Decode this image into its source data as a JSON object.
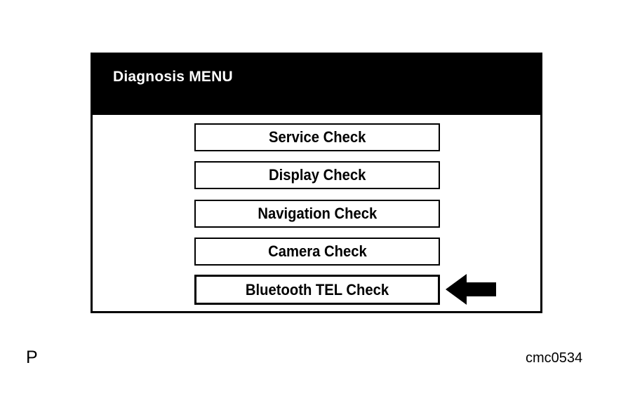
{
  "screen": {
    "title": "Diagnosis MENU",
    "menu_items": [
      {
        "label": "Service Check"
      },
      {
        "label": "Display Check"
      },
      {
        "label": "Navigation Check"
      },
      {
        "label": "Camera Check"
      },
      {
        "label": "Bluetooth TEL Check"
      }
    ],
    "selected_index": 4
  },
  "annotations": {
    "indicator": "arrow-left-icon",
    "corner_label": "P",
    "figure_code": "cmc0534"
  },
  "colors": {
    "header_bg": "#000000",
    "header_text": "#ffffff",
    "border": "#000000",
    "background": "#ffffff"
  }
}
